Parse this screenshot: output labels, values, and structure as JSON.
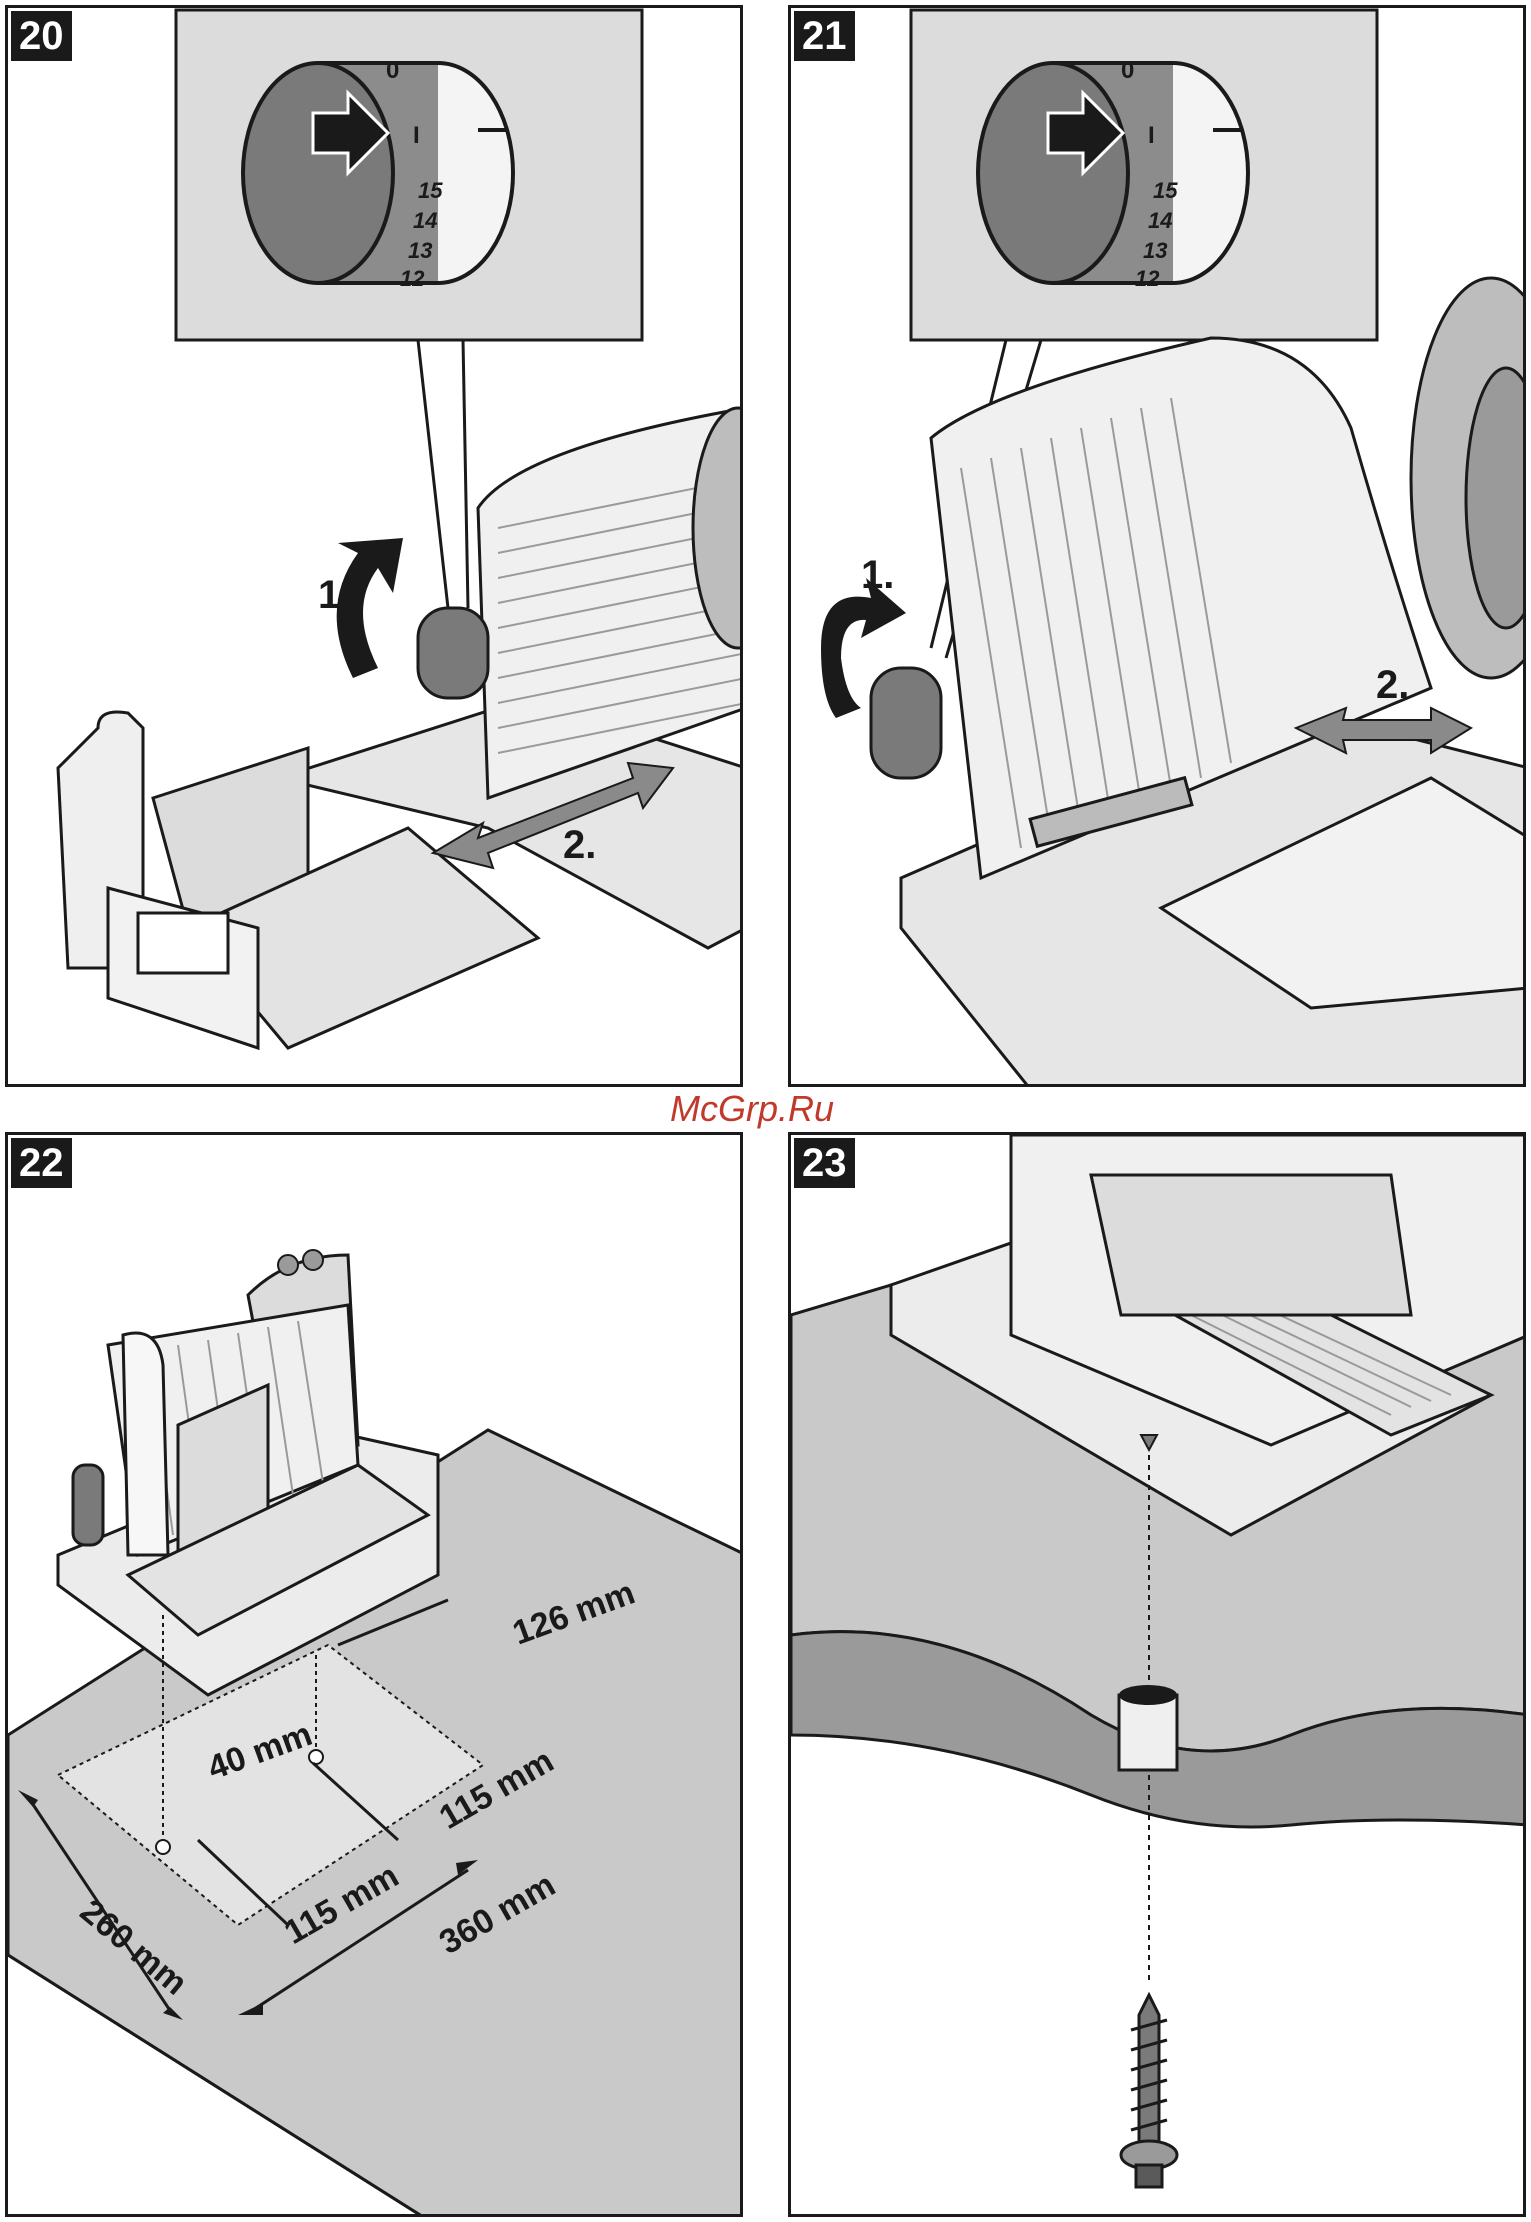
{
  "watermark": "McGrp.Ru",
  "colors": {
    "line": "#1a1a1a",
    "metal": "#9a9a9a",
    "surface": "#c9c9c9",
    "light": "#e6e6e6"
  },
  "panels": [
    {
      "number": "20",
      "dial_marks": [
        "0",
        "I",
        "15",
        "14",
        "13",
        "12"
      ],
      "steps": [
        "1.",
        "2."
      ]
    },
    {
      "number": "21",
      "dial_marks": [
        "0",
        "I",
        "15",
        "14",
        "13",
        "12"
      ],
      "steps": [
        "1.",
        "2."
      ]
    },
    {
      "number": "22",
      "dimensions": [
        "126 mm",
        "40 mm",
        "115 mm",
        "115 mm",
        "260 mm",
        "360 mm"
      ]
    },
    {
      "number": "23"
    }
  ]
}
